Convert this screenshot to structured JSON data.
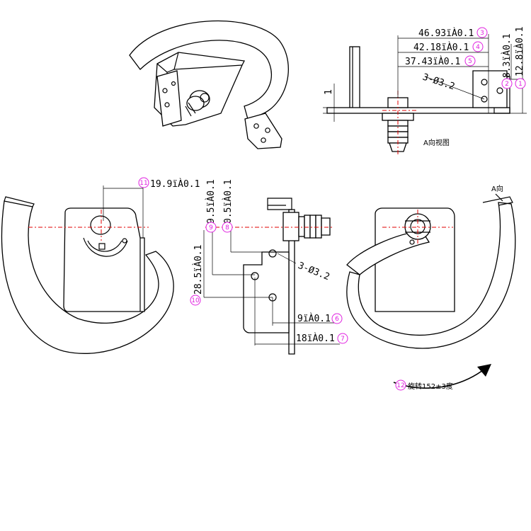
{
  "view_title": "A向视图",
  "view_arrow_label": "A向",
  "balloon_color": "#e020e0",
  "centerline_color": "#e00000",
  "top_view": {
    "dims": [
      {
        "value": "46.93ïÀ0.1",
        "balloon": "3"
      },
      {
        "value": "42.18ïÀ0.1",
        "balloon": "4"
      },
      {
        "value": "37.43ïÀ0.1",
        "balloon": "5"
      }
    ],
    "vertical_dims": [
      {
        "value": "8.3ïÀ0.1",
        "balloon": "2"
      },
      {
        "value": "12.8ïÀ0.1",
        "balloon": "1"
      }
    ],
    "hole_note": "3-Ø3.2",
    "thickness": "1"
  },
  "front_view": {
    "dim_width": {
      "value": "19.9ïÀ0.1",
      "balloon": "11"
    },
    "dim_v1": {
      "value": "9.5ïÀ0.1",
      "balloon": "9"
    },
    "dim_v2": {
      "value": "0.5ïÀ0.1",
      "balloon": "8"
    },
    "dim_v3": {
      "value": "28.5ïÀ0.1",
      "balloon": "10"
    },
    "dim_h1": {
      "value": "9ïÀ0.1",
      "balloon": "6"
    },
    "dim_h2": {
      "value": "18ïÀ0.1",
      "balloon": "7"
    },
    "hole_note": "3-Ø3.2"
  },
  "rotation_note": {
    "balloon": "12",
    "text": "旋转152±3度"
  }
}
